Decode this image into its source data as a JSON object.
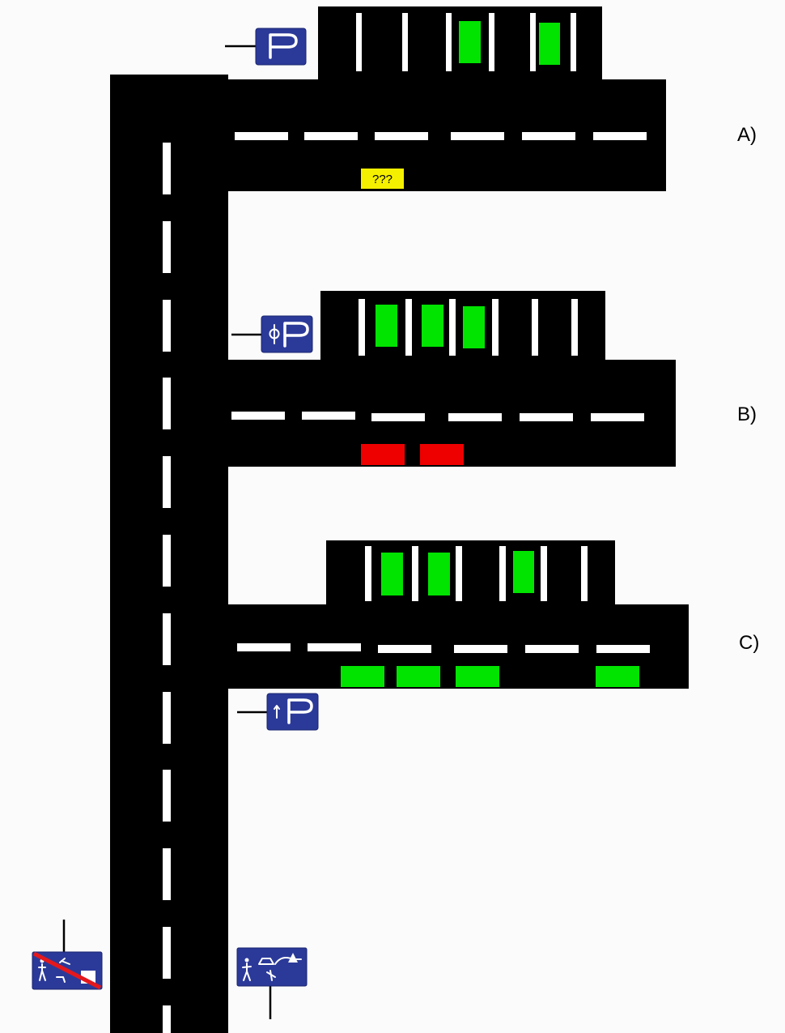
{
  "sections": [
    {
      "label": "A)",
      "note": "???"
    },
    {
      "label": "B)"
    },
    {
      "label": "C)"
    }
  ],
  "colors": {
    "road": "#000000",
    "marking": "#ffffff",
    "free_space": "#00e400",
    "occupied_space": "#ee0000",
    "unknown_space": "#f5f000",
    "sign": "#2b3a99"
  },
  "signs": [
    {
      "icon": "parking-sign-icon"
    },
    {
      "icon": "parking-with-parking-disc-sign-icon"
    },
    {
      "icon": "parking-sign-icon"
    },
    {
      "icon": "end-of-traffic-calmed-zone-sign-icon"
    },
    {
      "icon": "traffic-calmed-zone-sign-icon"
    }
  ]
}
